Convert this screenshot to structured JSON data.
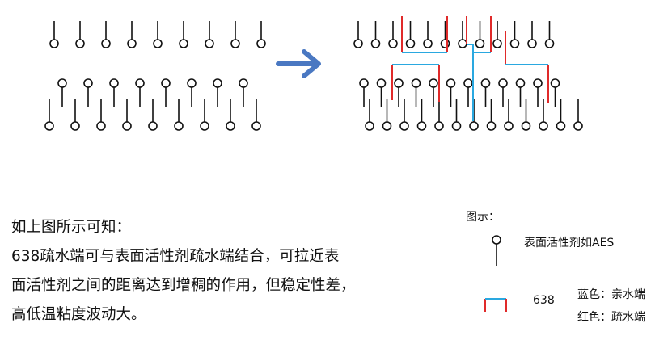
{
  "description": {
    "lines": [
      "如上图所示可知：",
      "638疏水端可与表面活性剂疏水端结合，可拉近表",
      "面活性剂之间的距离达到增稠的作用，但稳定性差，",
      "高低温粘度波动大。"
    ]
  },
  "legend": {
    "title": "图示：",
    "aes_label": "表面活性剂如AES",
    "polymer_label": "638",
    "blue_label": "蓝色：亲水端",
    "red_label": "红色：疏水端"
  },
  "colors": {
    "ink": "#111111",
    "arrow": "#4a78c2",
    "hydrophilic_blue": "#2aa8e0",
    "hydrophobic_red": "#e02a2a"
  },
  "icons": {
    "arrow": "arrow-right-icon",
    "surfactant": "surfactant-molecule-icon",
    "polymer": "polymer-segment-icon"
  }
}
